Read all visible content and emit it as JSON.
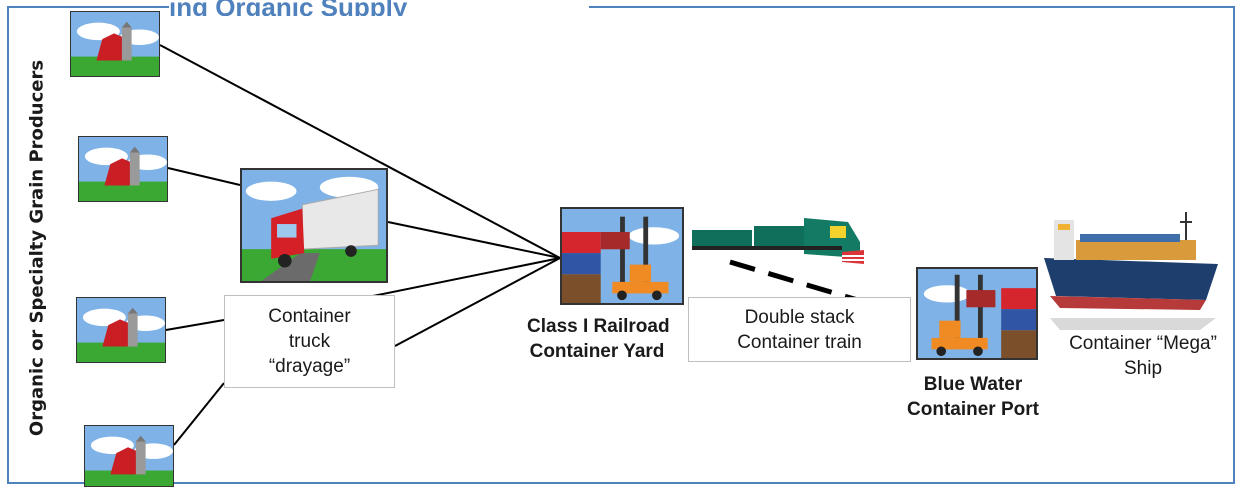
{
  "title": "ing Organic Supply",
  "side_label": "Organic or Specialty Grain Producers",
  "drayage_box": {
    "lines": [
      "Container",
      "truck",
      "“drayage”"
    ]
  },
  "railroad_yard": {
    "lines": [
      "Class I Railroad",
      "Container Yard"
    ]
  },
  "train_box": {
    "lines": [
      "Double stack",
      "Container train"
    ]
  },
  "port_label": {
    "lines": [
      "Blue Water",
      "Container Port"
    ]
  },
  "ship_label": {
    "lines": [
      "Container “Mega”",
      "Ship"
    ]
  },
  "icons": {
    "farms": "farm-barn-icon",
    "truck": "semi-truck-icon",
    "yard": "container-yard-icon",
    "train": "locomotive-icon",
    "port": "container-port-icon",
    "ship": "container-ship-icon"
  },
  "colors": {
    "frame": "#4f81bd",
    "title": "#4f81bd",
    "sky": "#7fb2e6",
    "grass": "#3aa832",
    "barn": "#c81e24",
    "train": "#0f6f5a",
    "ship_hull": "#1e3f6e"
  }
}
